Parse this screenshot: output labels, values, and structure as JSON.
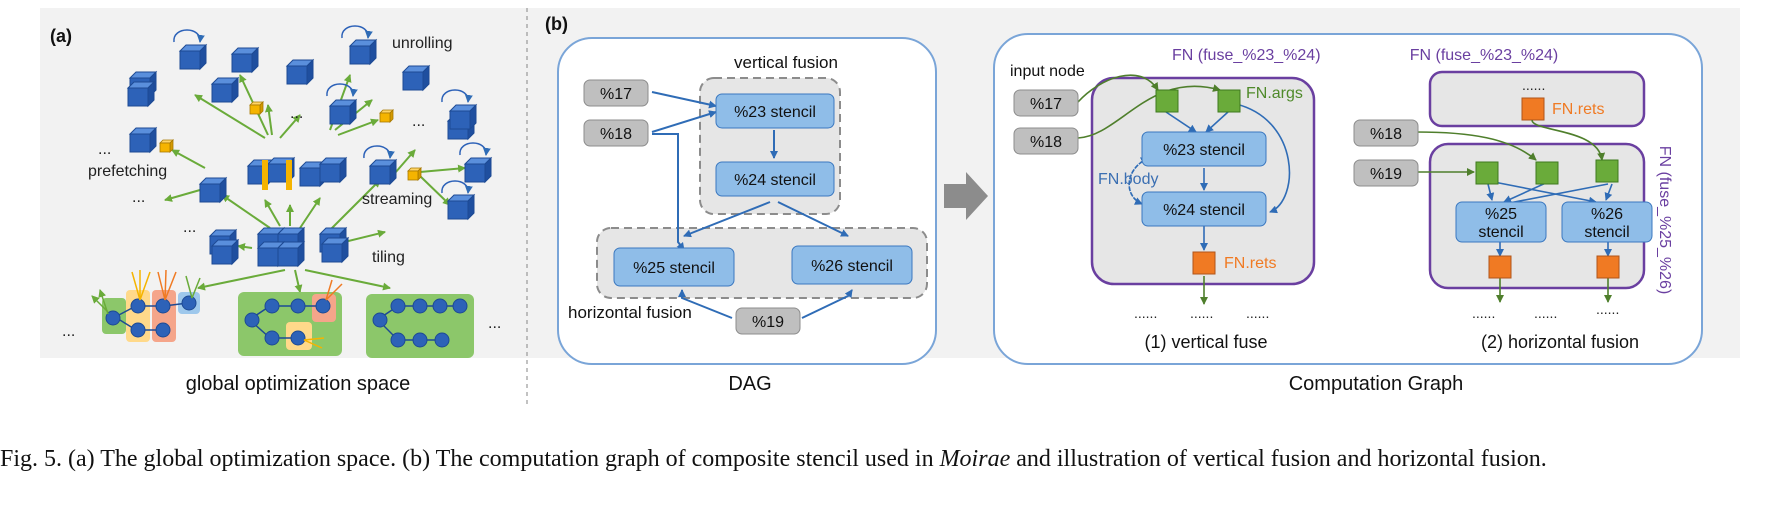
{
  "panel_a": {
    "label": "(a)",
    "unrolling": "unrolling",
    "prefetching": "prefetching",
    "streaming": "streaming",
    "tiling": "tiling",
    "title": "global optimization space",
    "dots": "..."
  },
  "panel_b": {
    "label": "(b)",
    "dag": {
      "vertical_fusion": "vertical fusion",
      "horizontal_fusion": "horizontal fusion",
      "n17": "%17",
      "n18": "%18",
      "n19": "%19",
      "s23": "%23 stencil",
      "s24": "%24 stencil",
      "s25": "%25 stencil",
      "s26": "%26 stencil",
      "title": "DAG"
    },
    "cg": {
      "input_node": "input node",
      "fn1_title": "FN (fuse_%23_%24)",
      "fn_args": "FN.args",
      "fn_body": "FN.body",
      "fn_rets": "FN.rets",
      "n17": "%17",
      "n18": "%18",
      "n19": "%19",
      "s23": "%23 stencil",
      "s24": "%24 stencil",
      "s25a": "%25",
      "s25b": "stencil",
      "s26a": "%26",
      "s26b": "stencil",
      "fn2_title": "FN (fuse_%23_%24)",
      "fn3_title": "FN (fuse_%25_%26)",
      "dots": "......",
      "sub1": "(1) vertical fuse",
      "sub2": "(2) horizontal fusion",
      "title": "Computation Graph"
    }
  },
  "caption": {
    "part1": "Fig. 5.  (a) The global optimization space. (b) The computation graph of composite stencil used in ",
    "italic": "Moirae",
    "part2": " and illustration of vertical fusion and horizontal fusion."
  },
  "colors": {
    "panel_bg": "#f2f2f2",
    "stencil_fill": "#8fbde8",
    "stencil_stroke": "#3b78c0",
    "gray_node": "#bfbfbf",
    "green": "#6aab3a",
    "orange": "#f07a23",
    "purple": "#6a3fa0",
    "fusion_bg": "#e6e6e6",
    "arrow_blue": "#2f6cb6",
    "cube_blue": "#2d62b8",
    "yellow": "#f5b400"
  }
}
